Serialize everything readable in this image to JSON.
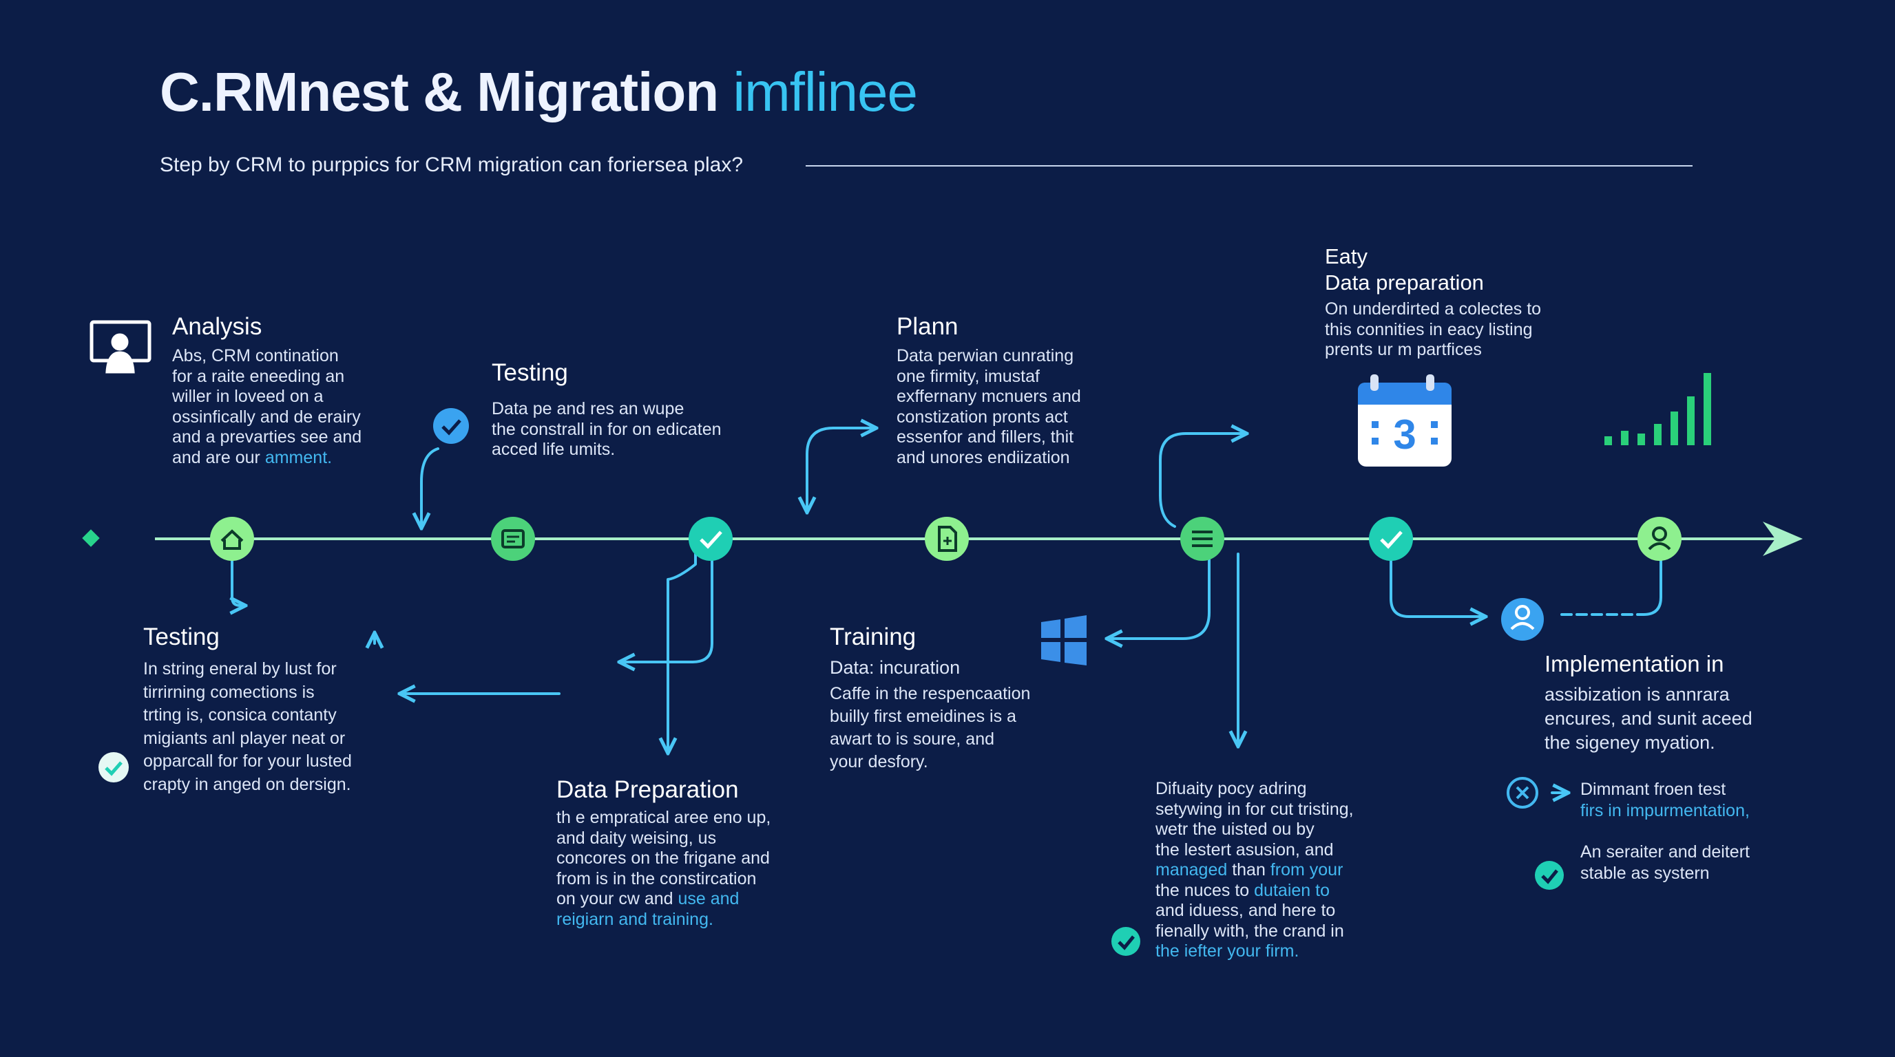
{
  "title": {
    "main": "C.RMnest & Migration",
    "accent": "imflinee"
  },
  "subtitle": "Step by CRM to purppics for CRM migration can foriersea plax?",
  "colors": {
    "background": "#0c1d47",
    "timeline": "#a8f0c8",
    "node": "#8ef08f",
    "node_teal": "#1fcfb4",
    "arrow": "#49c6f5",
    "highlight": "#43b8f0",
    "bars": "#2ad07a"
  },
  "blocks": {
    "analysis": {
      "title": "Analysis",
      "lines": [
        {
          "t": "Abs, CRM contination"
        },
        {
          "t": "for a raite eneeding an"
        },
        {
          "t": "willer in loveed on a"
        },
        {
          "t": "ossinfically and de erairy"
        },
        {
          "t": "and a prevarties see and"
        },
        {
          "t": "and are our ",
          "hl": "amment."
        }
      ]
    },
    "testing_top": {
      "title": "Testing",
      "lines": [
        {
          "t": "Data pe and res an wupe"
        },
        {
          "t": "the constrall in for on edicaten"
        },
        {
          "t": "acced life umits."
        }
      ]
    },
    "plann": {
      "title": "Plann",
      "lines": [
        {
          "t": "Data perwian cunrating"
        },
        {
          "t": "one firmity, imustaf"
        },
        {
          "t": "exffernany mcnuers and"
        },
        {
          "t": "constization pronts act"
        },
        {
          "t": "essenfor and fillers, thit"
        },
        {
          "t": "and unores endiization"
        }
      ]
    },
    "early_data": {
      "title_small": "Eaty",
      "title": "Data preparation",
      "lines": [
        {
          "t": "On underdirted a colectes to"
        },
        {
          "t": "this connities in eacy listing"
        },
        {
          "t": "prents ur m partfices"
        }
      ]
    },
    "testing_bottom": {
      "title": "Testing",
      "lines": [
        {
          "t": "In string eneral by lust for"
        },
        {
          "t": "tirrirning comections is"
        },
        {
          "t": "trting is, consica contanty"
        },
        {
          "t": "migiants anl player neat or"
        },
        {
          "t": "opparcall for for your lusted"
        },
        {
          "t": "crapty in anged on dersign."
        }
      ]
    },
    "data_prep": {
      "title": "Data Preparation",
      "lines": [
        {
          "t": "th e empratical aree eno up,"
        },
        {
          "t": "and daity weising, us"
        },
        {
          "t": "concores on the frigane and"
        },
        {
          "t": "from is in the constircation"
        },
        {
          "t": "on your cw and ",
          "hl": "use and"
        },
        {
          "t": "",
          "hl": "reigiarn and training."
        }
      ]
    },
    "training": {
      "title": "Training",
      "subtitle": "Data: incuration",
      "lines": [
        {
          "t": "Caffe in the respencaation"
        },
        {
          "t": "builly first emeidines is a"
        },
        {
          "t": "awart to is soure, and"
        },
        {
          "t": "your desfory."
        }
      ]
    },
    "difuaity": {
      "lines": [
        {
          "t": "Difuaity pocy adring"
        },
        {
          "t": "setywing in for cut tristing,"
        },
        {
          "t": "wetr the uisted ou by"
        },
        {
          "t": "the lestert asusion, and"
        },
        {
          "t": "",
          "hl": "managed",
          "t2": " than ",
          "hl2": "from your"
        },
        {
          "t": "the nuces to ",
          "hl": "dutaien to"
        },
        {
          "t": "and iduess, and here to"
        },
        {
          "t": "fienally with, the crand in"
        },
        {
          "t": "",
          "hl": "the iefter your firm."
        }
      ]
    },
    "implementation": {
      "title": "Implementation in",
      "lines": [
        {
          "t": "assibization is annrara"
        },
        {
          "t": "encures, and sunit aceed"
        },
        {
          "t": "the sigeney myation."
        }
      ]
    },
    "dimmant": {
      "lines": [
        {
          "t": "Dimmant froen test"
        },
        {
          "t": "",
          "hl": "firs in impurmentation,"
        }
      ]
    },
    "serailter": {
      "lines": [
        {
          "t": "An seraiter and deitert"
        },
        {
          "t": "stable as systern"
        }
      ]
    }
  },
  "icons": {
    "monitor": "monitor-user-icon",
    "calendar": "calendar-icon",
    "calendar_text": "3",
    "bars": "bar-chart-icon",
    "windows": "windows-icon",
    "person": "person-icon"
  },
  "timeline_nodes": [
    {
      "icon": "home-icon"
    },
    {
      "icon": "document-icon"
    },
    {
      "icon": "check-icon"
    },
    {
      "icon": "file-icon"
    },
    {
      "icon": "list-icon"
    },
    {
      "icon": "check-icon"
    },
    {
      "icon": "user-icon"
    }
  ]
}
